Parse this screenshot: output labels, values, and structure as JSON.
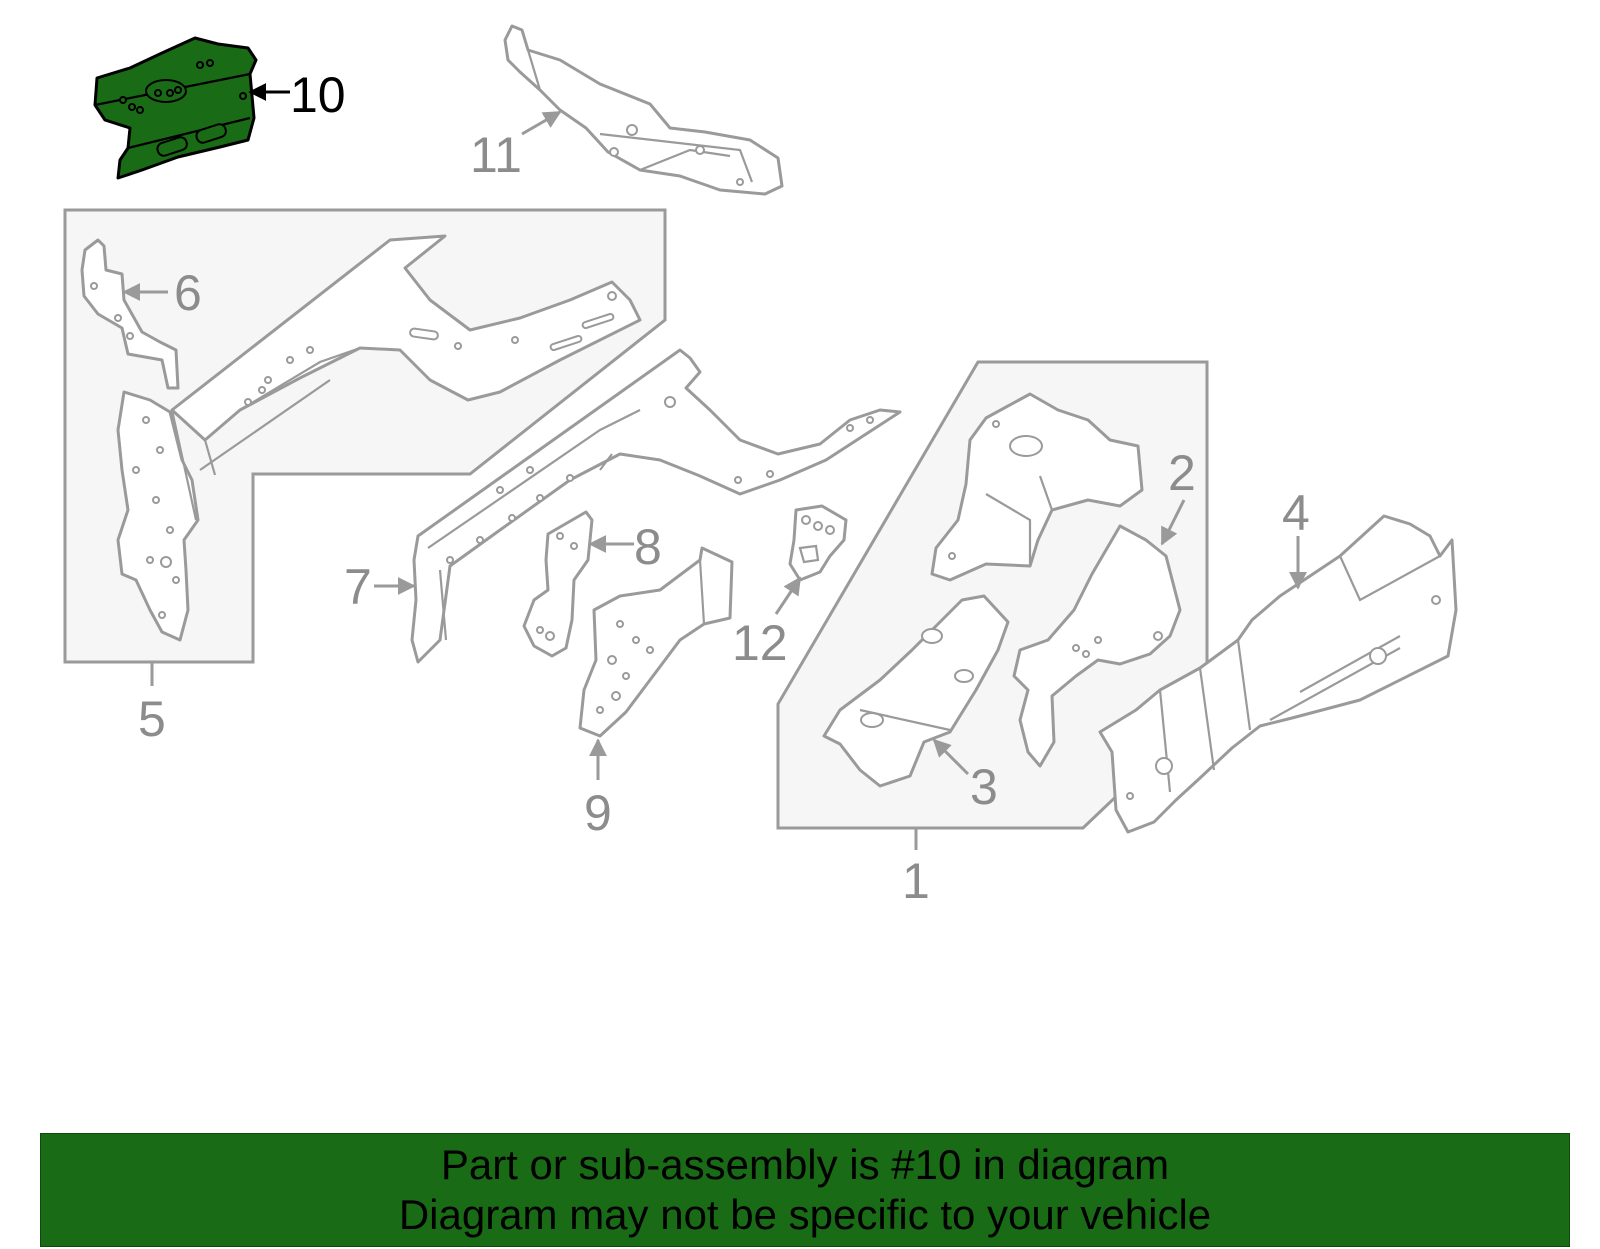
{
  "callouts": {
    "c1": "1",
    "c2": "2",
    "c3": "3",
    "c4": "4",
    "c5": "5",
    "c6": "6",
    "c7": "7",
    "c8": "8",
    "c9": "9",
    "c10": "10",
    "c11": "11",
    "c12": "12"
  },
  "highlighted_part": "10",
  "colors": {
    "highlight": "#1a6b16",
    "part_outline": "#9a9a9a",
    "banner": "#1a6b16"
  },
  "banner": {
    "line1": "Part or sub-assembly is #10 in diagram",
    "line2": "Diagram may not be specific to your vehicle"
  }
}
